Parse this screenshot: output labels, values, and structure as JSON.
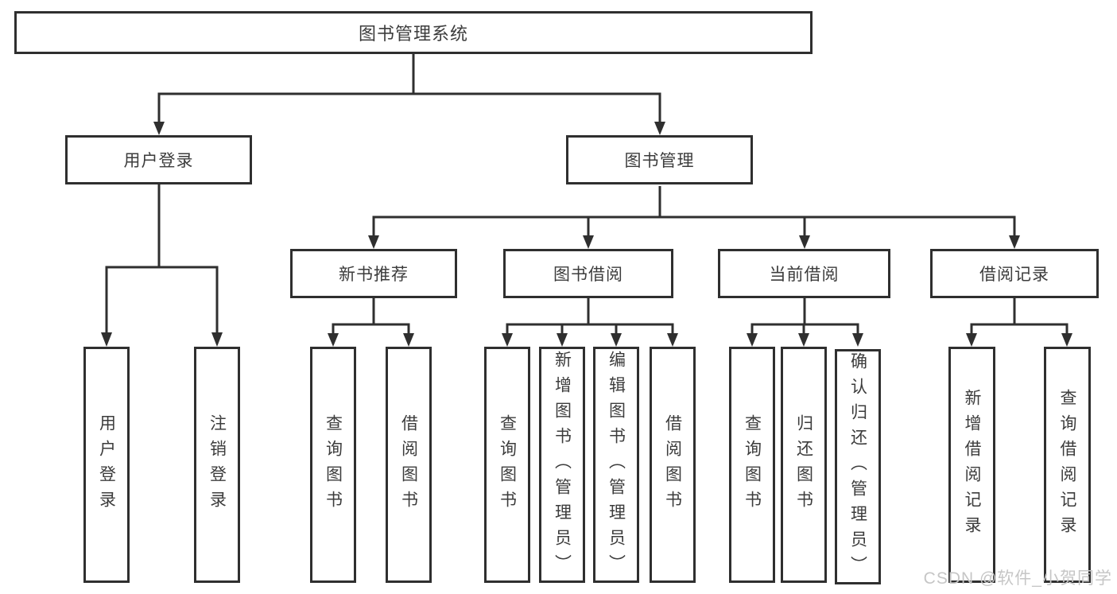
{
  "diagram": {
    "root": {
      "label": "图书管理系统"
    },
    "branches": [
      {
        "label": "用户登录",
        "children": [
          {
            "label": "用户登录"
          },
          {
            "label": "注销登录"
          }
        ]
      },
      {
        "label": "图书管理",
        "children": [
          {
            "label": "新书推荐",
            "children": [
              {
                "label": "查询图书"
              },
              {
                "label": "借阅图书"
              }
            ]
          },
          {
            "label": "图书借阅",
            "children": [
              {
                "label": "查询图书"
              },
              {
                "label": "新增图书（管理员）"
              },
              {
                "label": "编辑图书（管理员）"
              },
              {
                "label": "借阅图书"
              }
            ]
          },
          {
            "label": "当前借阅",
            "children": [
              {
                "label": "查询图书"
              },
              {
                "label": "归还图书"
              },
              {
                "label": "确认归还（管理员）"
              }
            ]
          },
          {
            "label": "借阅记录",
            "children": [
              {
                "label": "新增借阅记录"
              },
              {
                "label": "查询借阅记录"
              }
            ]
          }
        ]
      }
    ]
  },
  "watermark": {
    "text": "CSDN @软件_小贺同学"
  },
  "colors": {
    "line": "#2f2f2f",
    "text": "#3c3c3c",
    "watermark": "#c6c6c6",
    "background": "#ffffff"
  }
}
